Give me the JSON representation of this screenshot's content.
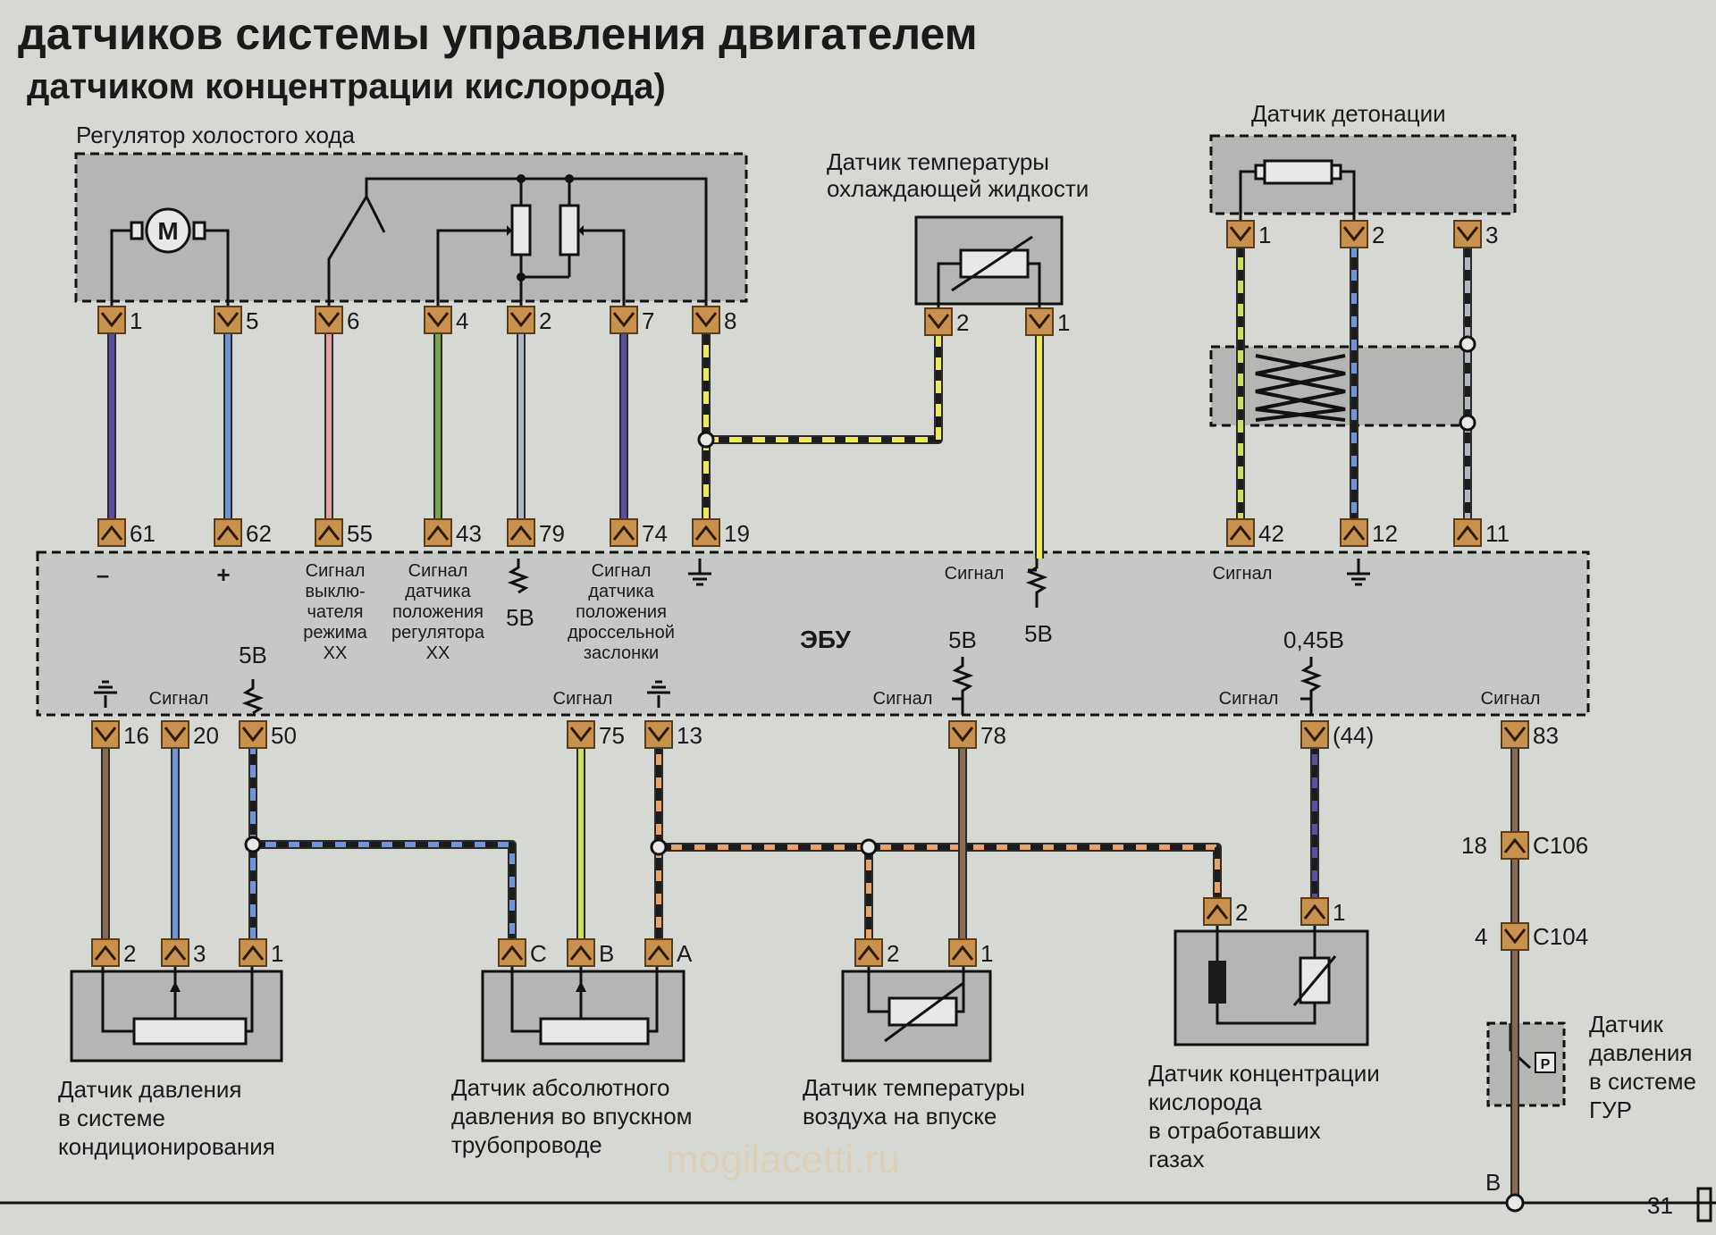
{
  "title": {
    "line1": "датчиков системы управления двигателем",
    "line2": "датчиком концентрации кислорода)"
  },
  "components": {
    "idle_regulator": {
      "label": "Регулятор холостого хода",
      "motor_symbol": "M",
      "pins": [
        "1",
        "5",
        "6",
        "4",
        "2",
        "7",
        "8"
      ]
    },
    "coolant_sensor": {
      "label_line1": "Датчик температуры",
      "label_line2": "охлаждающей жидкости",
      "pins": [
        "2",
        "1"
      ]
    },
    "knock_sensor": {
      "label": "Датчик детонации",
      "pins": [
        "1",
        "2",
        "3"
      ]
    },
    "ac_pressure_sensor": {
      "label_lines": [
        "Датчик давления",
        "в системе",
        "кондиционирования"
      ],
      "pins": [
        "2",
        "3",
        "1"
      ]
    },
    "map_sensor": {
      "label_lines": [
        "Датчик абсолютного",
        "давления во впускном",
        "трубопроводе"
      ],
      "pins": [
        "C",
        "B",
        "A"
      ]
    },
    "air_temp_sensor": {
      "label_lines": [
        "Датчик температуры",
        "воздуха на впуске"
      ],
      "pins": [
        "2",
        "1"
      ]
    },
    "oxygen_sensor": {
      "label_lines": [
        "Датчик концентрации",
        "кислорода",
        "в отработавших",
        "газах"
      ],
      "pins": [
        "2",
        "1"
      ]
    },
    "ps_pressure_sensor": {
      "label_lines": [
        "Датчик",
        "давления",
        "в системе",
        "ГУР"
      ],
      "symbol": "P"
    }
  },
  "ecu": {
    "label": "ЭБУ",
    "top_pins": [
      "61",
      "62",
      "55",
      "43",
      "79",
      "74",
      "19",
      "42",
      "12",
      "11"
    ],
    "top_labels": {
      "minus": "–",
      "plus": "+",
      "pin55": [
        "Сигнал",
        "выклю-",
        "чателя",
        "режима",
        "ХХ"
      ],
      "pin43": [
        "Сигнал",
        "датчика",
        "положения",
        "регулятора",
        "ХХ"
      ],
      "pin79": "5В",
      "pin74": [
        "Сигнал",
        "датчика",
        "положения",
        "дроссельной",
        "заслонки"
      ],
      "signal": "Сигнал",
      "coolant_ref": "5В",
      "knock_signal": "Сигнал"
    },
    "bottom_pins": [
      "16",
      "20",
      "50",
      "75",
      "13",
      "78",
      "(44)",
      "83"
    ],
    "bottom_labels": {
      "pin20": "Сигнал",
      "pin50": "5В",
      "pin75": "Сигнал",
      "pin78_sig": "Сигнал",
      "pin78_ref": "5В",
      "pin44_sig": "Сигнал",
      "pin44_ref": "0,45В",
      "pin83": "Сигнал"
    }
  },
  "connectors": {
    "c106": {
      "pin": "18",
      "label": "C106"
    },
    "c104": {
      "pin": "4",
      "label": "C104"
    }
  },
  "footer": {
    "point_label": "B",
    "page_ref": "31"
  },
  "watermark": "mogilacetti.ru",
  "colors": {
    "background": "#d6d8d4",
    "component_fill": "#b4b6b3",
    "ecu_fill": "#c6c8c5",
    "connector": "#c9914e",
    "wire_violet": "#5b4ea0",
    "wire_blue": "#6f95d8",
    "wire_pink": "#e7a0a4",
    "wire_green": "#78a84a",
    "wire_grey": "#b0b8c4",
    "wire_yellow": "#eee85a",
    "wire_orange": "#e8a36a",
    "wire_brown": "#8a6a55",
    "wire_lime": "#cfe05a",
    "wire_black": "#1c1c1c"
  }
}
